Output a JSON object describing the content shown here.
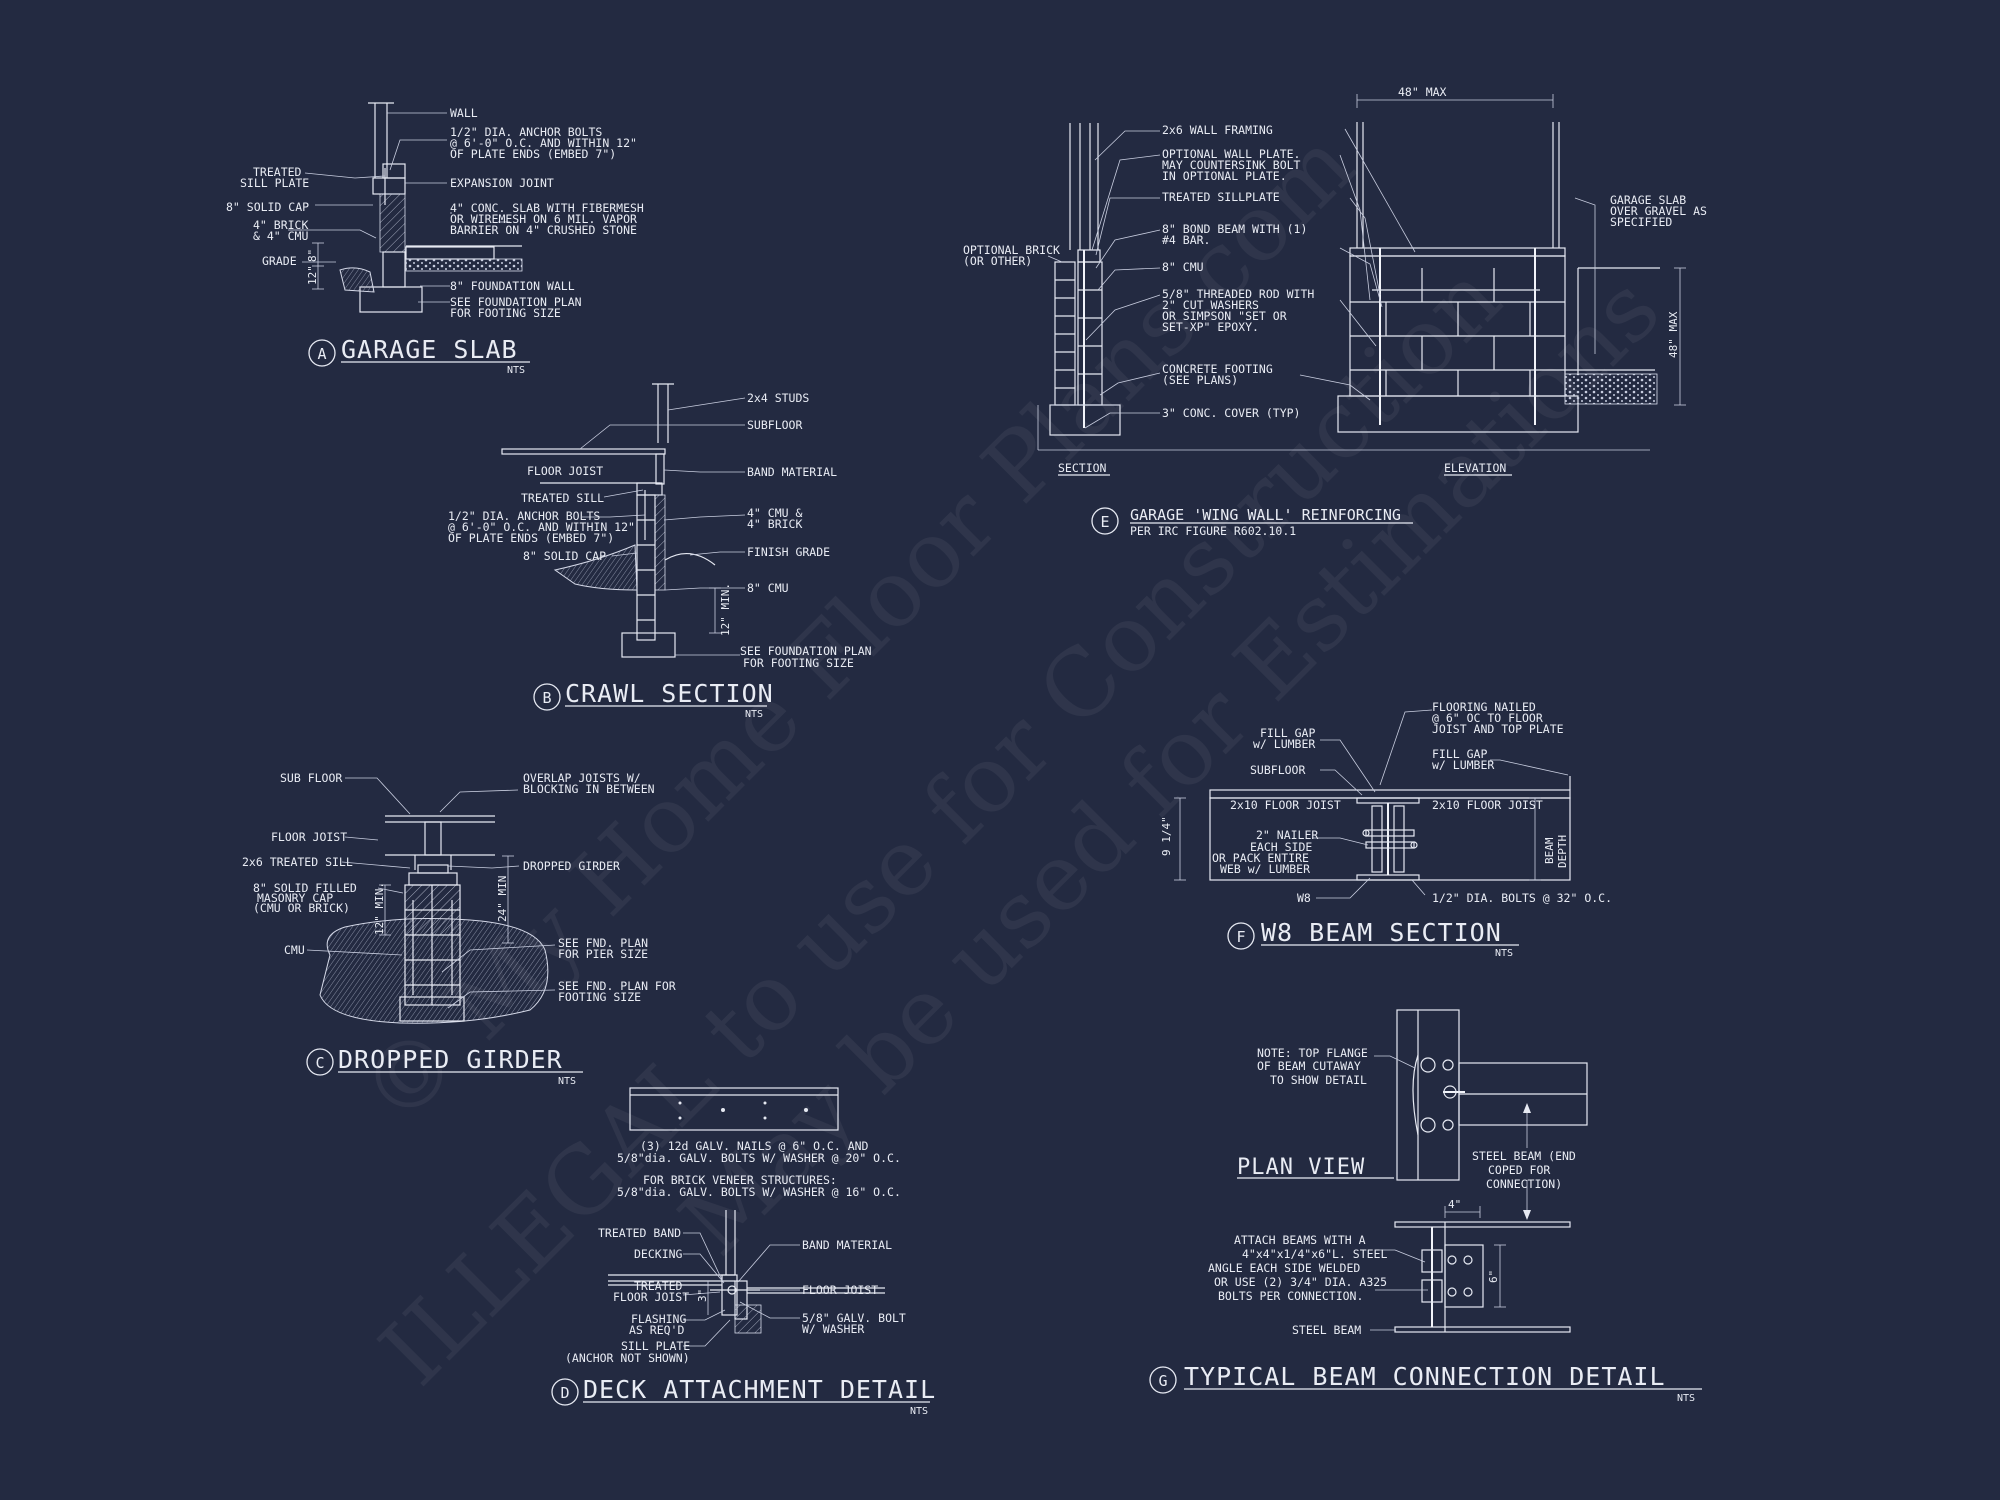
{
  "details": {
    "a": {
      "letter": "A",
      "title": "GARAGE SLAB",
      "scale": "NTS",
      "labels": {
        "wall": "WALL",
        "bolts": [
          "1/2\" DIA. ANCHOR BOLTS",
          "@ 6'-0\" O.C. AND WITHIN 12\"",
          "OF PLATE ENDS (EMBED 7\")"
        ],
        "treated": [
          "TREATED",
          "SILL PLATE"
        ],
        "expansion": "EXPANSION JOINT",
        "solidcap": "8\" SOLID CAP",
        "slab": [
          "4\" CONC. SLAB WITH FIBERMESH",
          "OR WIREMESH ON 6 MIL. VAPOR",
          "BARRIER ON 4\" CRUSHED STONE"
        ],
        "brick": [
          "4\" BRICK",
          "& 4\" CMU"
        ],
        "grade": "GRADE",
        "dim8": "8\"",
        "dim12": "12\"",
        "foundwall": "8\" FOUNDATION WALL",
        "footing": [
          "SEE FOUNDATION PLAN",
          "FOR FOOTING SIZE"
        ]
      }
    },
    "b": {
      "letter": "B",
      "title": "CRAWL SECTION",
      "scale": "NTS",
      "labels": {
        "studs": "2x4 STUDS",
        "subfloor": "SUBFLOOR",
        "joist": "FLOOR JOIST",
        "band": "BAND MATERIAL",
        "sill": "TREATED SILL",
        "bolts": [
          "1/2\" DIA. ANCHOR BOLTS",
          "@ 6'-0\" O.C. AND WITHIN 12\"",
          "OF PLATE ENDS (EMBED 7\")"
        ],
        "cmu": [
          "4\" CMU &",
          "4\" BRICK"
        ],
        "solidcap": "8\" SOLID CAP",
        "grade": "FINISH GRADE",
        "cmu8": "8\" CMU",
        "min": "12\" MIN.",
        "footing": [
          "SEE FOUNDATION PLAN",
          "FOR FOOTING SIZE"
        ]
      }
    },
    "c": {
      "letter": "C",
      "title": "DROPPED GIRDER",
      "scale": "NTS",
      "labels": {
        "subfloor": "SUB FLOOR",
        "overlap": [
          "OVERLAP JOISTS W/",
          "BLOCKING IN BETWEEN"
        ],
        "joist": "FLOOR JOIST",
        "sill": "2x6 TREATED SILL",
        "girder": "DROPPED GIRDER",
        "cap": [
          "8\" SOLID FILLED",
          "MASONRY CAP",
          "(CMU OR BRICK)"
        ],
        "min12": "12\" MIN.",
        "min24": "24\" MIN",
        "cmu": "CMU",
        "pier": [
          "SEE FND. PLAN",
          "FOR PIER SIZE"
        ],
        "footing": [
          "SEE FND. PLAN FOR",
          "FOOTING SIZE"
        ]
      }
    },
    "d": {
      "letter": "D",
      "title": "DECK ATTACHMENT DETAIL",
      "scale": "NTS",
      "labels": {
        "nails": [
          "(3) 12d GALV. NAILS @ 6\" O.C. AND",
          "5/8\"dia. GALV. BOLTS W/ WASHER @ 20\" O.C."
        ],
        "brick": [
          "FOR BRICK VENEER STRUCTURES:",
          "5/8\"dia. GALV. BOLTS W/ WASHER @ 16\" O.C."
        ],
        "band": "TREATED BAND",
        "bandmat": "BAND MATERIAL",
        "decking": "DECKING",
        "joist": "FLOOR JOIST",
        "treated": [
          "TREATED",
          "FLOOR JOIST"
        ],
        "dim3": "3\"",
        "flashing": [
          "FLASHING",
          "AS REQ'D"
        ],
        "bolt": [
          "5/8\" GALV. BOLT",
          "W/ WASHER"
        ],
        "sill": [
          "SILL PLATE",
          "(ANCHOR NOT SHOWN)"
        ]
      }
    },
    "e": {
      "letter": "E",
      "title": "GARAGE 'WING WALL' REINFORCING",
      "subtitle": "PER IRC FIGURE R602.10.1",
      "labels": {
        "max48top": "48\" MAX",
        "framing": "2x6 WALL FRAMING",
        "plate": [
          "OPTIONAL WALL PLATE.",
          "MAY COUNTERSINK BOLT",
          "IN OPTIONAL PLATE."
        ],
        "sillplate": "TREATED SILLPLATE",
        "bond": [
          "8\" BOND BEAM WITH (1)",
          "#4 BAR."
        ],
        "brick": [
          "OPTIONAL BRICK",
          "(OR OTHER)"
        ],
        "cmu": "8\" CMU",
        "rod": [
          "5/8\" THREADED ROD WITH",
          "2\" CUT WASHERS",
          "OR SIMPSON \"SET OR",
          "SET-XP\" EPOXY."
        ],
        "footing": [
          "CONCRETE FOOTING",
          "(SEE PLANS)"
        ],
        "cover": "3\" CONC. COVER (TYP)",
        "slab": [
          "GARAGE SLAB",
          "OVER GRAVEL AS",
          "SPECIFIED"
        ],
        "max48side": "48\" MAX",
        "section": "SECTION",
        "elevation": "ELEVATION"
      }
    },
    "f": {
      "letter": "F",
      "title": "W8 BEAM SECTION",
      "scale": "NTS",
      "labels": {
        "flooring": [
          "FLOORING NAILED",
          "@ 6\" OC TO FLOOR",
          "JOIST AND TOP PLATE"
        ],
        "fillgap1": [
          "FILL GAP",
          "w/ LUMBER"
        ],
        "fillgap2": [
          "FILL GAP",
          "w/ LUMBER"
        ],
        "subfloor": "SUBFLOOR",
        "joistL": "2x10 FLOOR JOIST",
        "joistR": "2x10 FLOOR JOIST",
        "dim": "9 1/4\"",
        "nailer": [
          "2\" NAILER",
          "EACH SIDE",
          "OR PACK ENTIRE",
          "WEB w/ LUMBER"
        ],
        "beamdepth": [
          "BEAM",
          "DEPTH"
        ],
        "w8": "W8",
        "bolts": "1/2\" DIA. BOLTS @ 32\" O.C."
      }
    },
    "g": {
      "letter": "G",
      "title": "TYPICAL BEAM CONNECTION DETAIL",
      "scale": "NTS",
      "labels": {
        "note": [
          "NOTE: TOP FLANGE",
          "OF BEAM CUTAWAY",
          "TO SHOW DETAIL"
        ],
        "plan": "PLAN VIEW",
        "steelend": [
          "STEEL BEAM (END",
          "COPED FOR",
          "CONNECTION)"
        ],
        "dim4": "4\"",
        "dim6": "6\"",
        "attach": [
          "ATTACH BEAMS WITH A",
          "4\"x4\"x1/4\"x6\"L. STEEL",
          "ANGLE EACH SIDE WELDED",
          "OR USE (2) 3/4\" DIA. A325",
          "BOLTS PER CONNECTION."
        ],
        "steelbeam": "STEEL BEAM"
      }
    }
  },
  "watermark": [
    "ILLEGAL to use for Construction",
    "© My Home Floor Plans.com",
    "May be used for Estimations"
  ],
  "colors": {
    "background": "#232a41",
    "line": "#e6e9f2"
  }
}
